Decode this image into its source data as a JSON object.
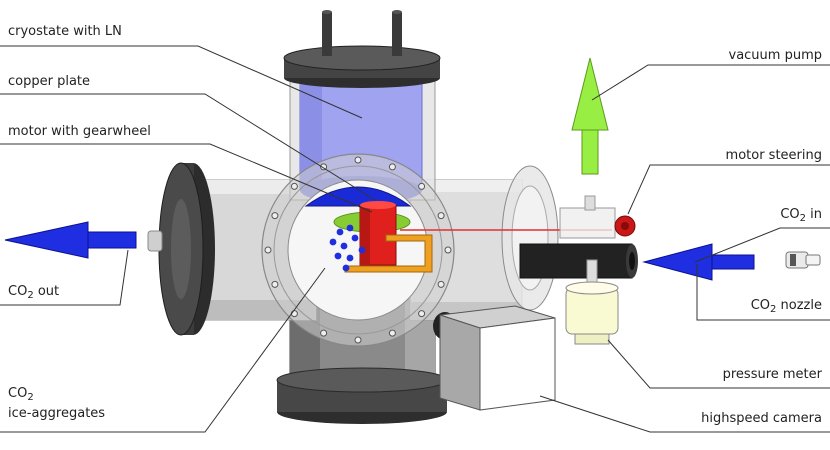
{
  "labels": {
    "cryostat": "cryostate with LN",
    "copper_plate": "copper plate",
    "motor_gear": "motor with gearwheel",
    "co2_out_prefix": "CO",
    "co2_out_sub": "2",
    "co2_out_suffix": " out",
    "co2_agg_prefix": "CO",
    "co2_agg_sub": "2",
    "co2_agg_line2": "ice-aggregates",
    "vacuum_pump": "vacuum pump",
    "motor_steering": "motor steering",
    "co2_in_prefix": "CO",
    "co2_in_sub": "2",
    "co2_in_suffix": " in",
    "co2_nozzle_prefix": "CO",
    "co2_nozzle_sub": "2",
    "co2_nozzle_suffix": " nozzle",
    "pressure_meter": "pressure meter",
    "highspeed_camera": "highspeed camera"
  },
  "colors": {
    "cryostat_blue": "#9fa3f0",
    "arrow_blue": "#1f2ee0",
    "arrow_green": "#99ee44",
    "motor_red": "#e0201c",
    "steering_red": "#c81818",
    "flange_dark": "#3e3e3e",
    "tube_gray": "#d6d6d6",
    "copper_orange": "#f0a020",
    "gear_green": "#88cc33"
  }
}
